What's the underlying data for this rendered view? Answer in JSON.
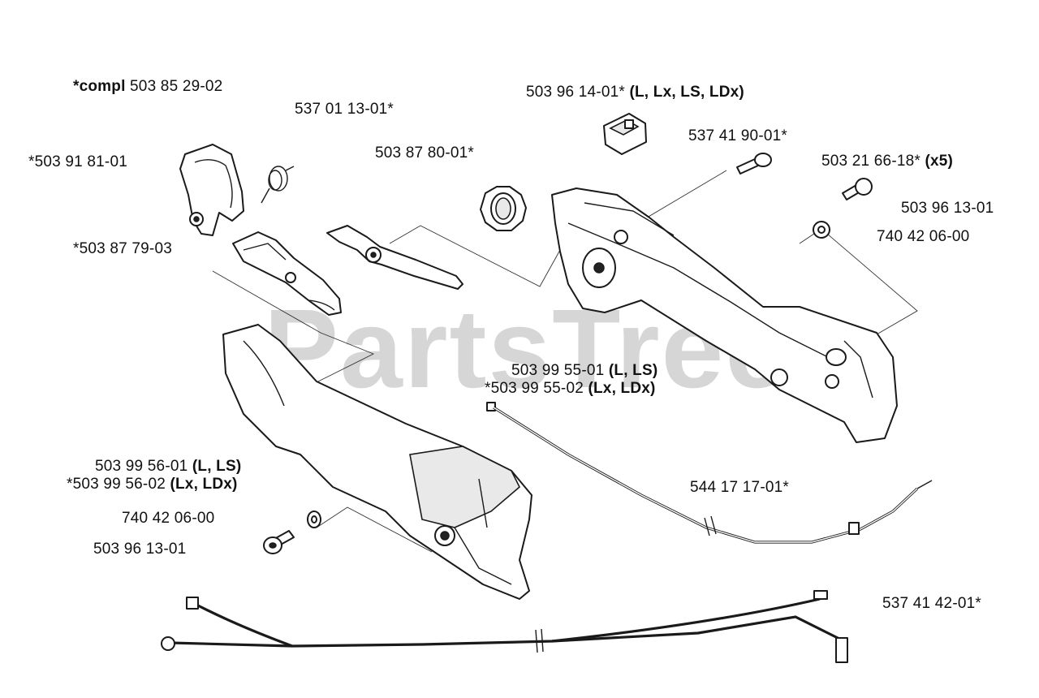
{
  "watermark": "PartsTree",
  "labels": {
    "compl_prefix": "*compl",
    "compl_number": "503 85 29-02",
    "p537011301": "537 01 13-01*",
    "p503961401": "503 96 14-01*",
    "p503961401_models": "(L, Lx, LS, LDx)",
    "p503918101": "*503 91 81-01",
    "p503878001": "503 87 80-01*",
    "p537419001": "537 41 90-01*",
    "p503216618": "503 21 66-18*",
    "p503216618_qty": "(x5)",
    "p503961301_top": "503 96 13-01",
    "p740420600_top": "740 42 06-00",
    "p503877903": "*503 87 79-03",
    "p503995501": "503 99 55-01",
    "p503995501_models": "(L, LS)",
    "p503995502": "*503 99 55-02",
    "p503995502_models": "(Lx, LDx)",
    "p503995601": "503 99 56-01",
    "p503995601_models": "(L, LS)",
    "p503995602": "*503 99 56-02",
    "p503995602_models": "(Lx, LDx)",
    "p544171701": "544 17 17-01*",
    "p740420600_bottom": "740 42 06-00",
    "p503961301_bottom": "503 96 13-01",
    "p537414201": "537 41 42-01*"
  }
}
